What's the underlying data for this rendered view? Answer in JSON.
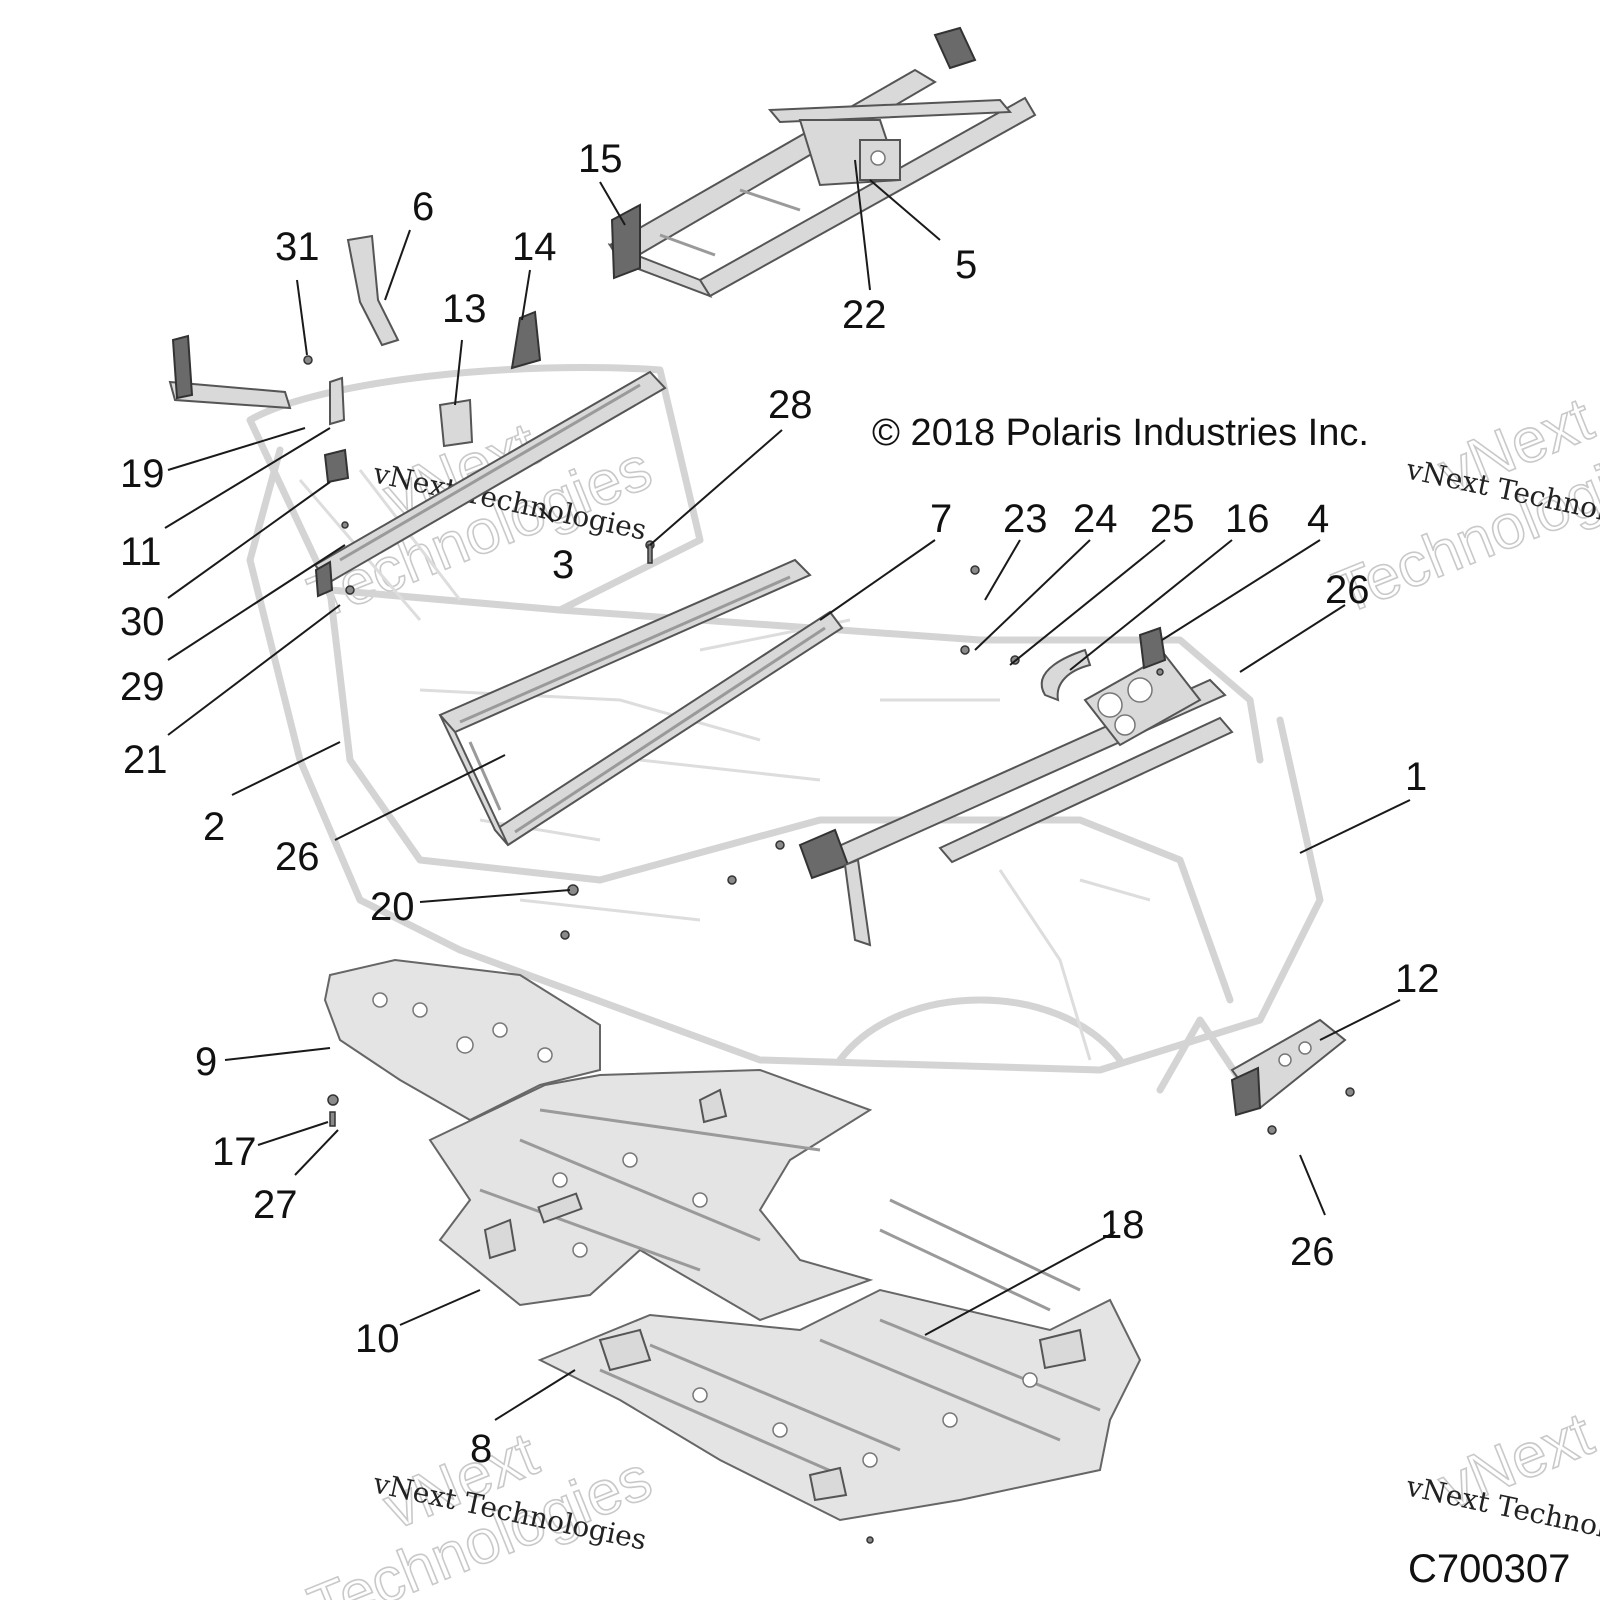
{
  "copyright": "© 2018 Polaris Industries Inc.",
  "doc_id": "C700307",
  "watermarks": {
    "brand_script": "vNext Technologies",
    "brand_word": "vNext",
    "brand_tail": "Technologies"
  },
  "callouts": {
    "c1": "1",
    "c2": "2",
    "c3": "3",
    "c4": "4",
    "c5": "5",
    "c6": "6",
    "c7": "7",
    "c8": "8",
    "c9": "9",
    "c10": "10",
    "c11": "11",
    "c12": "12",
    "c13": "13",
    "c14": "14",
    "c15": "15",
    "c16": "16",
    "c17": "17",
    "c18": "18",
    "c19": "19",
    "c20": "20",
    "c21": "21",
    "c22": "22",
    "c23": "23",
    "c24": "24",
    "c25": "25",
    "c26a": "26",
    "c26b": "26",
    "c26c": "26",
    "c27": "27",
    "c28": "28",
    "c29": "29",
    "c30": "30",
    "c31": "31"
  },
  "colors": {
    "line": "#1a1a1a",
    "frame_ghost": "#d4d4d4",
    "part_fill": "#d9d9d9",
    "part_dark": "#6a6a6a"
  }
}
